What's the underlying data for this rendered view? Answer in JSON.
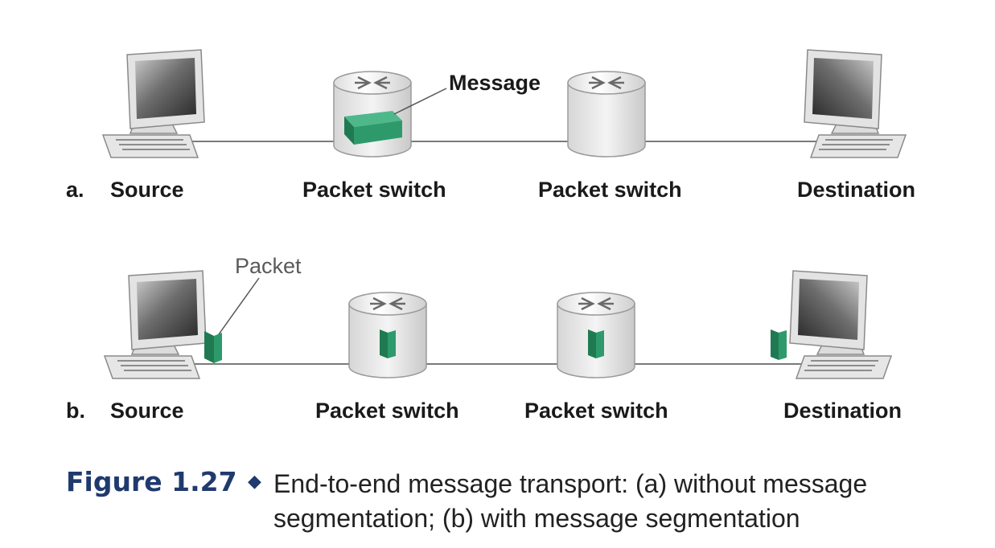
{
  "panels": [
    {
      "letter": "a.",
      "callout": "Message",
      "nodes": [
        "Source",
        "Packet switch",
        "Packet switch",
        "Destination"
      ]
    },
    {
      "letter": "b.",
      "callout": "Packet",
      "nodes": [
        "Source",
        "Packet switch",
        "Packet switch",
        "Destination"
      ]
    }
  ],
  "caption": {
    "figure": "Figure 1.27",
    "text": "End-to-end message transport: (a) without message segmentation; (b) with message segmentation"
  },
  "colors": {
    "packet_green": "#2e9a6b",
    "link_gray": "#7a7a7a",
    "caption_blue": "#1f3a6e"
  },
  "icons": [
    "computer-icon",
    "router-icon",
    "message-block",
    "packet-block"
  ]
}
